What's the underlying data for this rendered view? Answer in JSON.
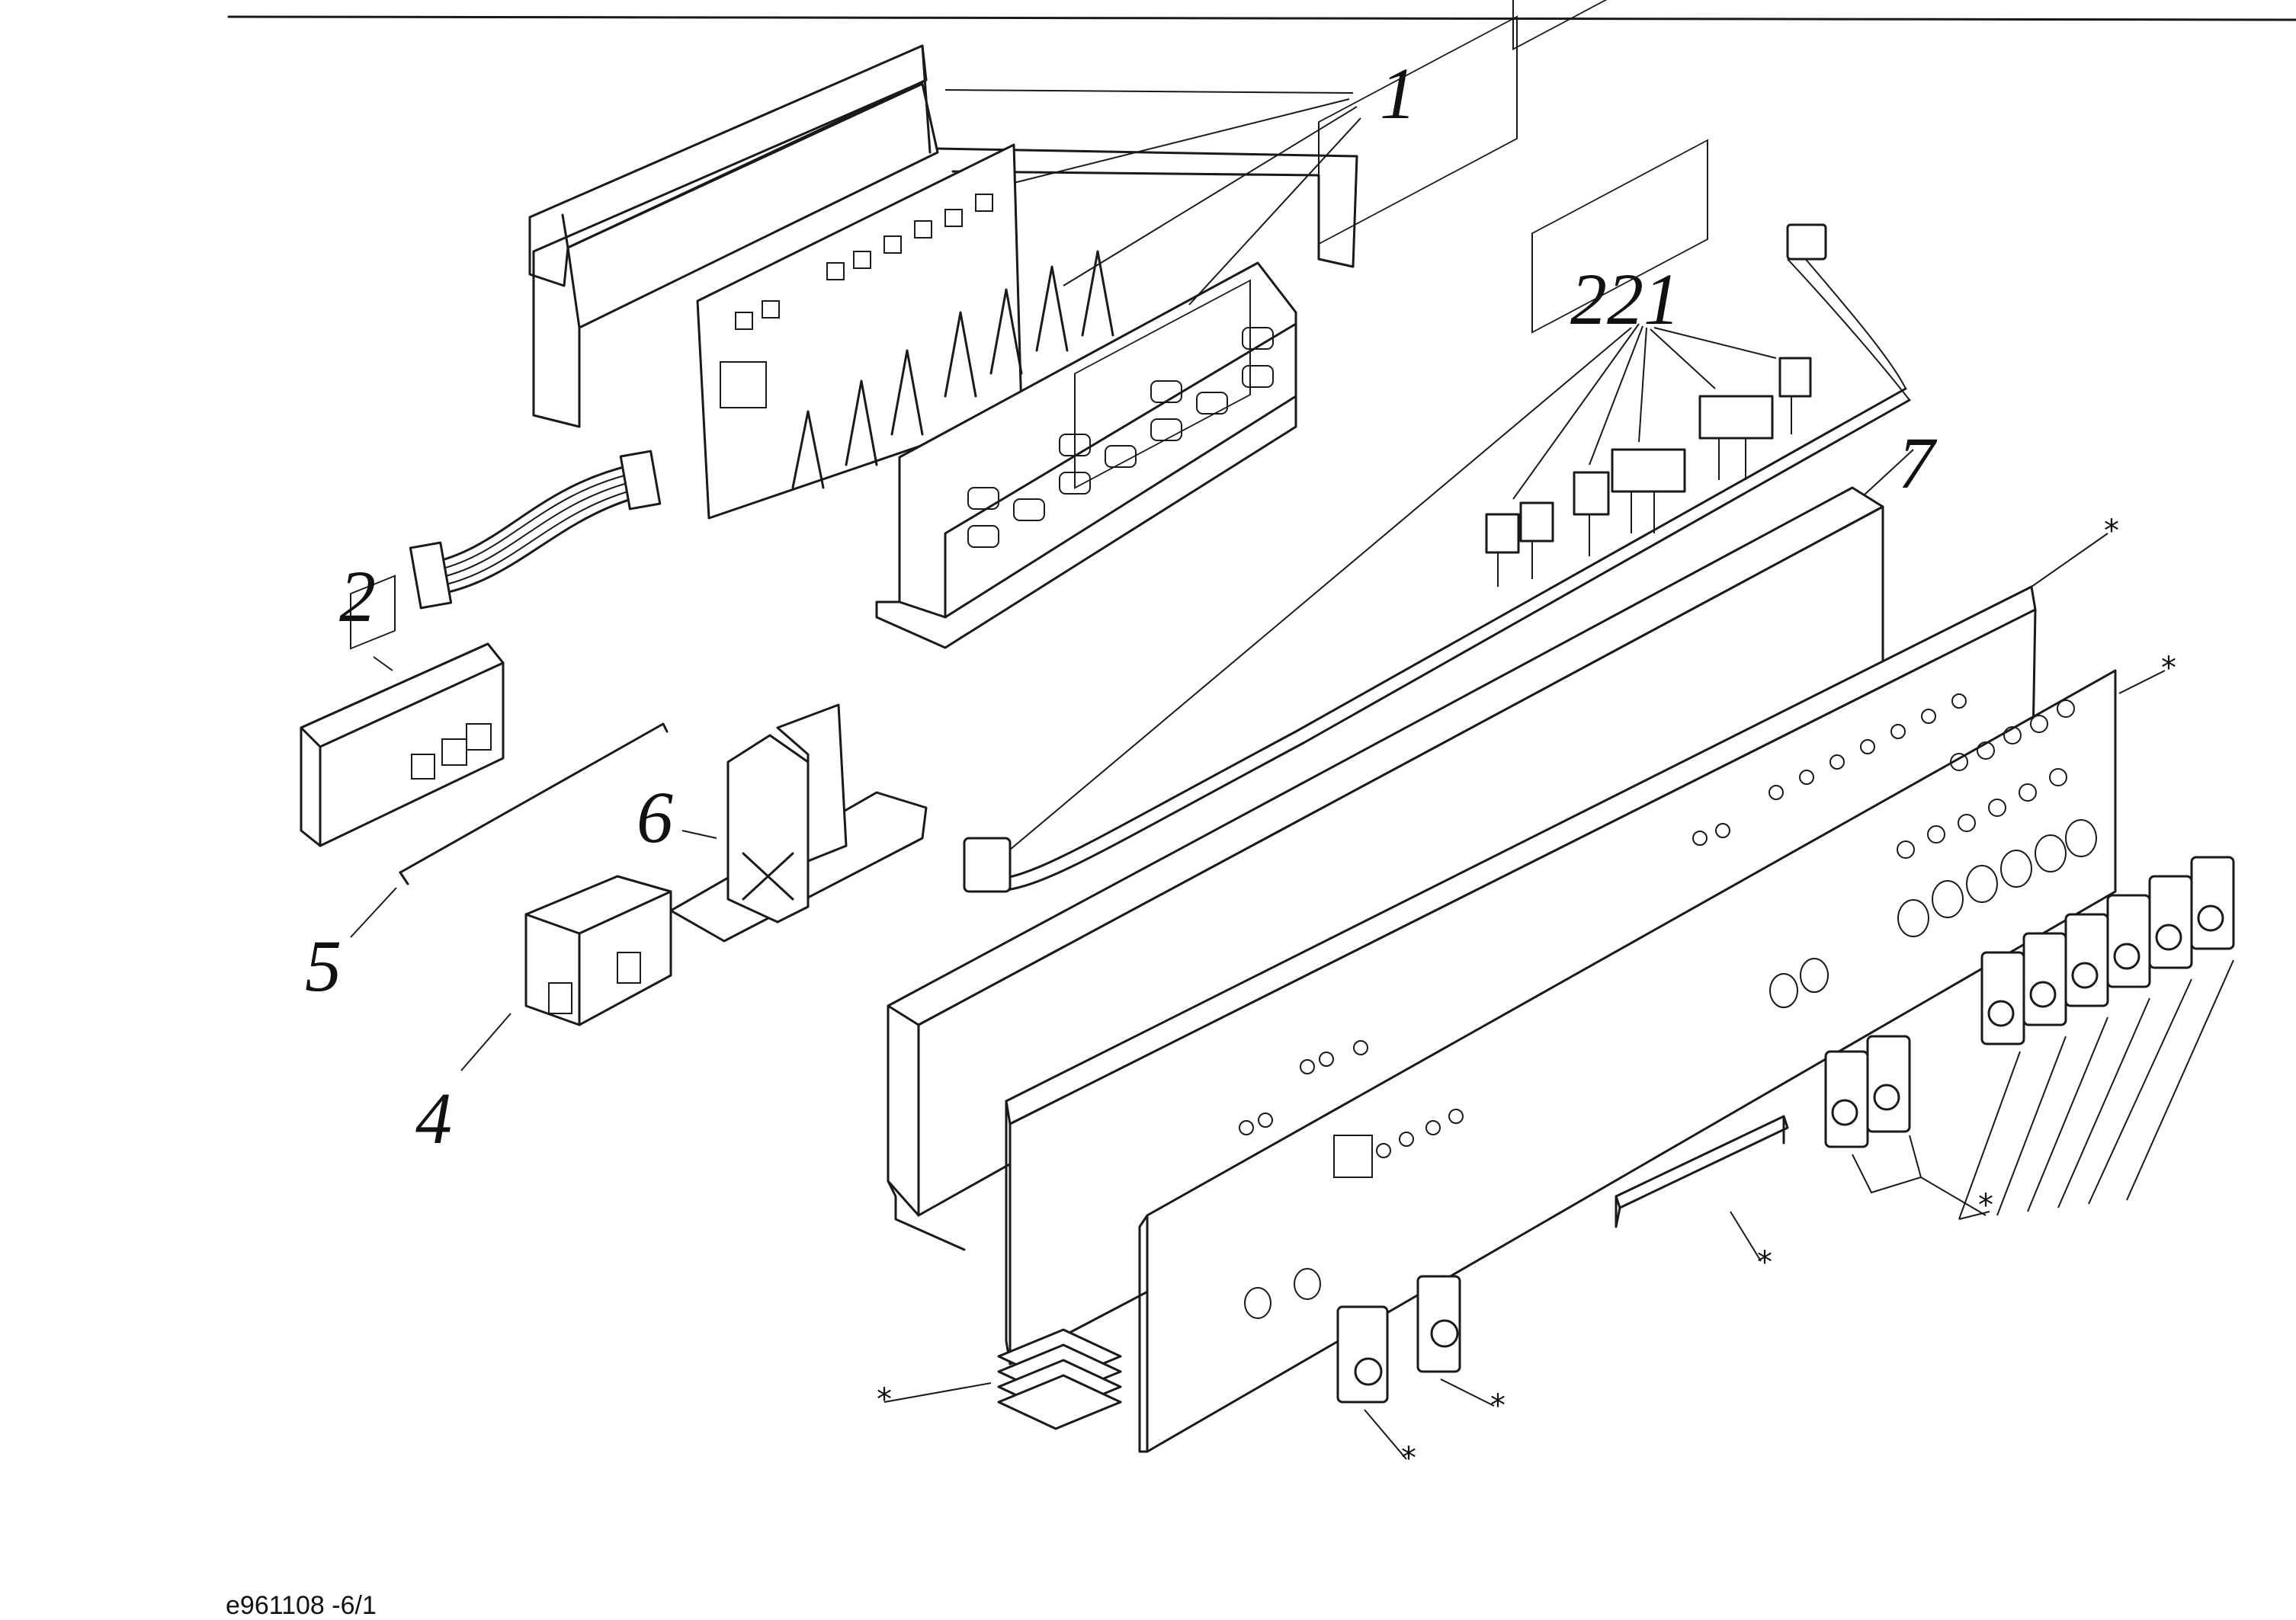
{
  "diagram": {
    "callouts": {
      "part_1": "1",
      "part_2": "2",
      "part_4": "4",
      "part_5": "5",
      "part_6": "6",
      "part_7": "7",
      "part_221": "221"
    },
    "asterisk": "*"
  },
  "footer": {
    "code": "e961108 -6/1"
  }
}
